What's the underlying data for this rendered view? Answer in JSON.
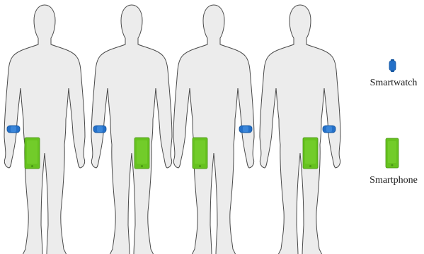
{
  "figures": [
    {
      "watch_side": "right",
      "phone_side": "right"
    },
    {
      "watch_side": "right",
      "phone_side": "left"
    },
    {
      "watch_side": "left",
      "phone_side": "right"
    },
    {
      "watch_side": "left",
      "phone_side": "left"
    }
  ],
  "legend": {
    "items": [
      {
        "label": "Smartwatch",
        "icon": "smartwatch-icon"
      },
      {
        "label": "Smartphone",
        "icon": "smartphone-icon"
      }
    ]
  },
  "colors": {
    "silhouette_fill": "#ececec",
    "silhouette_stroke": "#4a4a4a",
    "watch": "#2470c8",
    "watch_dark": "#15559e",
    "phone": "#66c21f",
    "phone_dark": "#4a9416",
    "label_text": "#1a1a1a"
  }
}
